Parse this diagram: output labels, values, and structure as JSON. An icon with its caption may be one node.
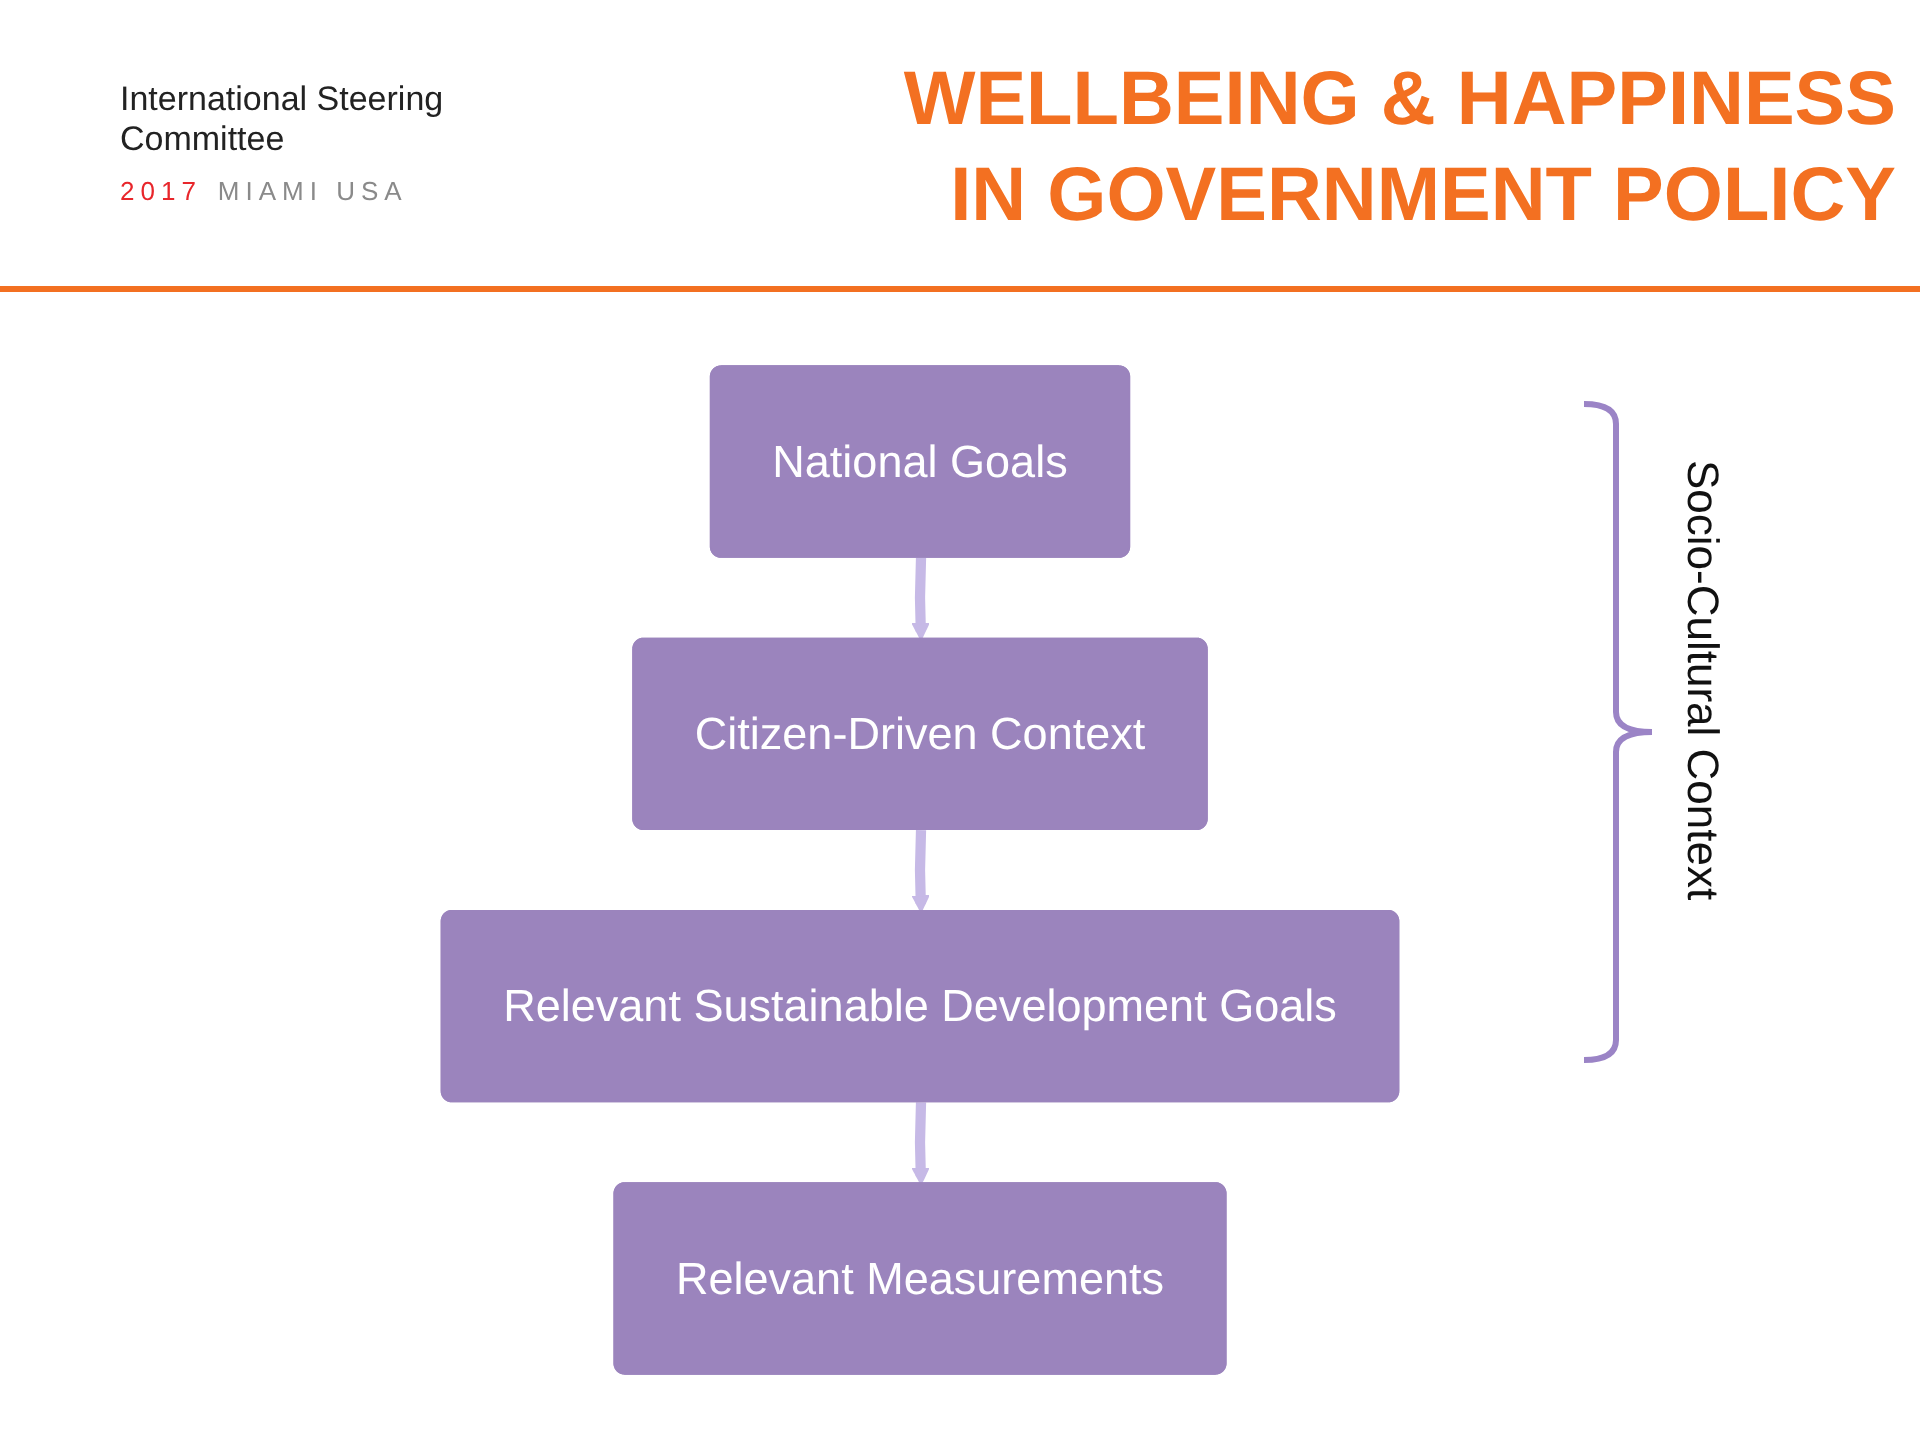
{
  "diagram": {
    "title": "WELLBEING & HAPPINESS IN GOVERNMENT POLICY",
    "nodes": [
      {
        "text": [
          "National Goals"
        ]
      },
      {
        "text": [
          "Citizen-Driven Context"
        ]
      },
      {
        "text": [
          "Relevant Sustainable Development Goals"
        ]
      },
      {
        "text": [
          "Relevant Measurements"
        ]
      }
    ],
    "edges": [
      {
        "from": 0,
        "to": 1,
        "arrow": "to"
      },
      {
        "from": 1,
        "to": 2,
        "arrow": "to"
      },
      {
        "from": 2,
        "to": 3,
        "arrow": "to"
      }
    ],
    "labels": [
      "International Steering Committee",
      "2017",
      "MIAMI USA",
      "Socio-Cultural Context"
    ]
  }
}
